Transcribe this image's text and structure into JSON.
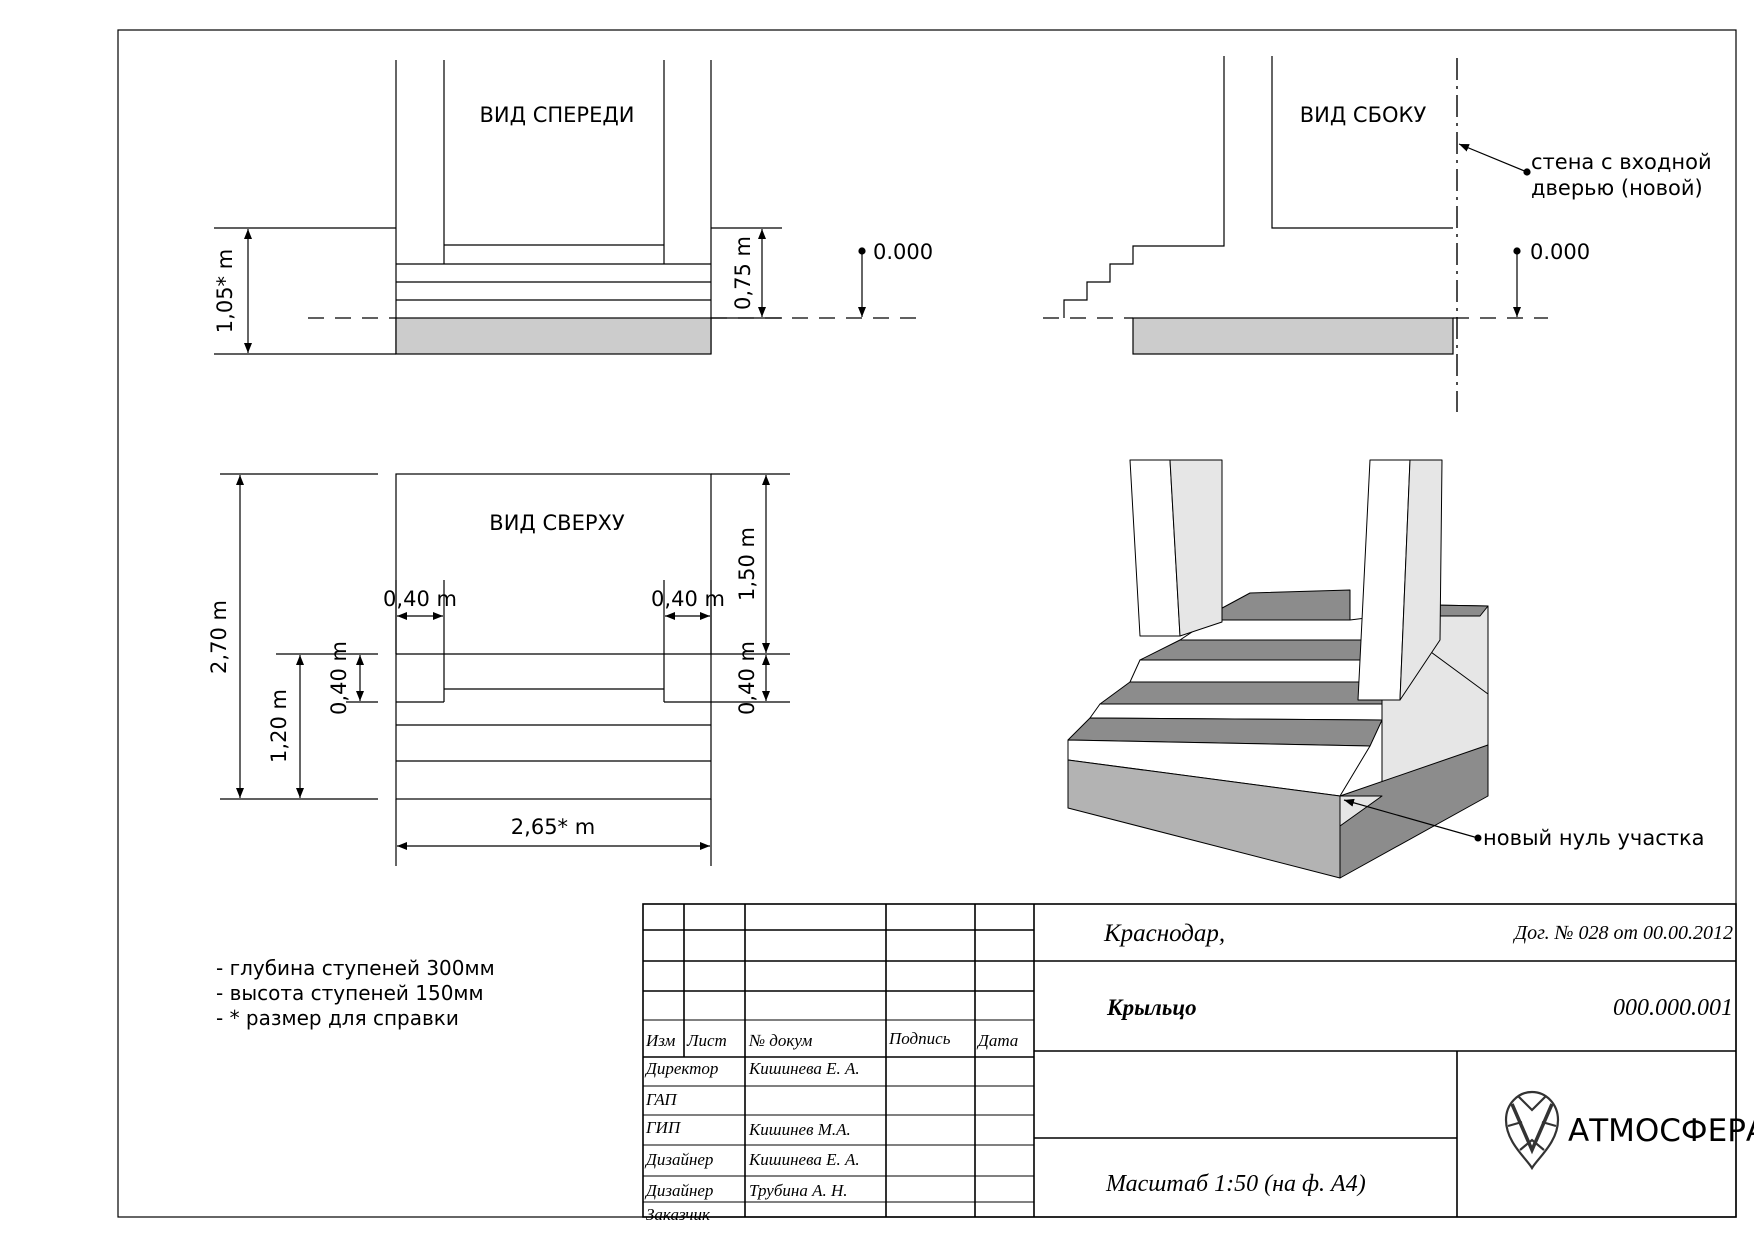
{
  "views": {
    "front": {
      "title": "ВИД СПЕРЕДИ",
      "dim_total_height": "1,05* m",
      "dim_step_height": "0,75 m",
      "level": "0.000"
    },
    "side": {
      "title": "ВИД СБОКУ",
      "level": "0.000",
      "wall_note_line1": "стена с входной",
      "wall_note_line2": "дверью (новой)"
    },
    "top": {
      "title": "ВИД СВЕРХУ",
      "dim_total_depth": "2,70 m",
      "dim_lower_depth": "1,20 m",
      "dim_left_small": "0,40 m",
      "dim_right_upper": "1,50 m",
      "dim_right_small": "0,40 m",
      "dim_left_width": "0,40 m",
      "dim_right_width": "0,40 m",
      "dim_total_width": "2,65* m"
    },
    "perspective": {
      "note": "новый нуль участка"
    }
  },
  "notes": [
    "- глубина ступеней 300мм",
    "- высота ступеней 150мм",
    "- * размер для справки"
  ],
  "title_block": {
    "headers": [
      "Изм",
      "Лист",
      "№ докум",
      "Подпись",
      "Дата"
    ],
    "roles": [
      "Директор",
      "ГАП",
      "ГИП",
      "Дизайнер",
      "Дизайнер",
      "Заказчик"
    ],
    "names": [
      "Кишинева Е. А.",
      "",
      "Кишинев М.А.",
      "Кишинева Е. А.",
      "Трубина А. Н.",
      ""
    ],
    "city": "Краснодар,",
    "contract": "Дог. №  028 от 00.00.2012",
    "object": "Крыльцо",
    "code": "000.000.001",
    "scale": "Масштаб 1:50 (на ф. А4)",
    "company": "АТМОСФЕРА"
  },
  "colors": {
    "line": "#000000",
    "ground_fill": "#cccccc",
    "step_dark": "#8c8c8c",
    "wall_light": "#e6e6e6",
    "base_gray": "#b3b3b3"
  }
}
